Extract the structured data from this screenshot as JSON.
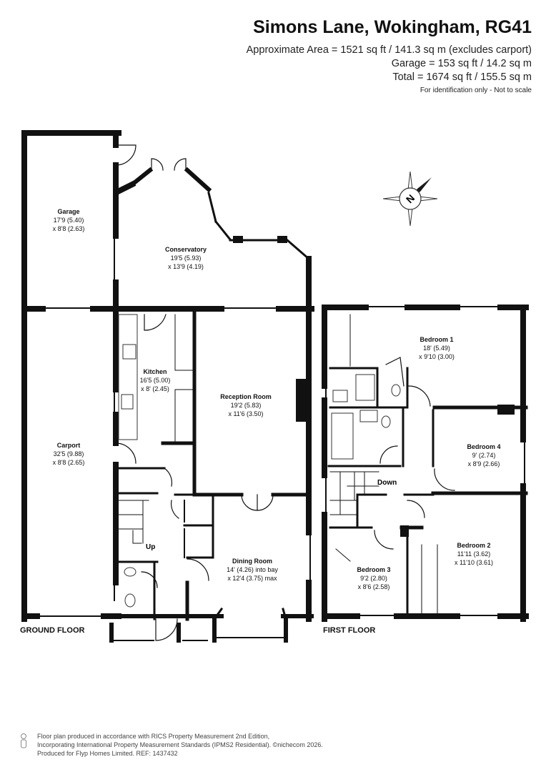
{
  "header": {
    "title": "Simons Lane, Wokingham, RG41",
    "area_line1": "Approximate Area = 1521 sq ft / 141.3 sq m (excludes carport)",
    "area_line2": "Garage = 153 sq ft / 14.2 sq m",
    "area_line3": "Total = 1674 sq ft / 155.5 sq m",
    "note": "For identification only - Not to scale"
  },
  "compass": {
    "label": "N",
    "icon": "compass-icon"
  },
  "floors": {
    "ground": "GROUND FLOOR",
    "first": "FIRST FLOOR"
  },
  "rooms": {
    "garage": {
      "name": "Garage",
      "dim1": "17'9 (5.40)",
      "dim2": "x 8'8 (2.63)"
    },
    "conservatory": {
      "name": "Conservatory",
      "dim1": "19'5 (5.93)",
      "dim2": "x 13'9 (4.19)"
    },
    "kitchen": {
      "name": "Kitchen",
      "dim1": "16'5 (5.00)",
      "dim2": "x 8' (2.45)"
    },
    "reception": {
      "name": "Reception Room",
      "dim1": "19'2 (5.83)",
      "dim2": "x 11'6 (3.50)"
    },
    "carport": {
      "name": "Carport",
      "dim1": "32'5 (9.88)",
      "dim2": "x 8'8 (2.65)"
    },
    "dining": {
      "name": "Dining Room",
      "dim1": "14' (4.26) into bay",
      "dim2": "x 12'4 (3.75) max"
    },
    "bedroom1": {
      "name": "Bedroom 1",
      "dim1": "18' (5.49)",
      "dim2": "x 9'10 (3.00)"
    },
    "bedroom4": {
      "name": "Bedroom 4",
      "dim1": "9' (2.74)",
      "dim2": "x 8'9 (2.66)"
    },
    "bedroom2": {
      "name": "Bedroom 2",
      "dim1": "11'11 (3.62)",
      "dim2": "x 11'10 (3.61)"
    },
    "bedroom3": {
      "name": "Bedroom 3",
      "dim1": "9'2 (2.80)",
      "dim2": "x 8'6 (2.58)"
    }
  },
  "stairs": {
    "up": "Up",
    "down": "Down"
  },
  "footer": {
    "line1": "Floor plan produced in accordance with RICS Property Measurement 2nd Edition,",
    "line2": "Incorporating International Property Measurement Standards (IPMS2 Residential).  ©nichecom 2026.",
    "line3": "Produced for Flyp Homes Limited.   REF: 1437432",
    "icon": "info-icon"
  },
  "colors": {
    "wall": "#111111",
    "background": "#ffffff"
  }
}
